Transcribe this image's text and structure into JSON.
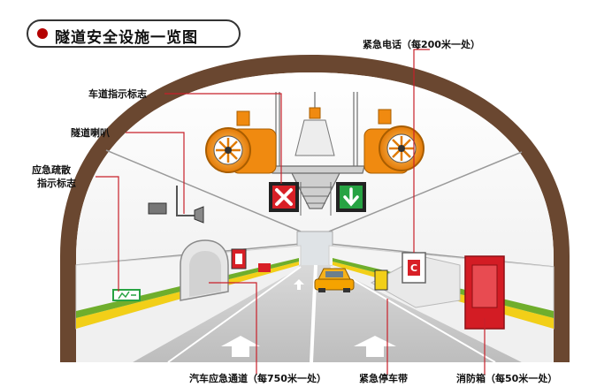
{
  "title": "隧道安全设施一览图",
  "labels": {
    "emergency_phone": "紧急电话（每200米一处）",
    "lane_sign": "车道指示标志",
    "tunnel_speaker": "隧道喇叭",
    "evac_sign_line1": "应急疏散",
    "evac_sign_line2": "指示标志",
    "vehicle_passage": "汽车应急通道（每750米一处）",
    "emergency_lane": "紧急停车带",
    "fire_box": "消防箱（每50米一处）"
  },
  "colors": {
    "tunnel_wall": "#6a4730",
    "leader_line": "#c8202a",
    "fan_orange": "#f08a10",
    "lane_closed": "#d81f26",
    "lane_open": "#27a343",
    "curb_yellow": "#f2cf18",
    "grass_green": "#6fae2c",
    "fire_box_red": "#d31c24"
  },
  "icons": {
    "lane_closed": "x-cross-icon",
    "lane_open": "down-arrow-icon",
    "phone_box": "phone-icon",
    "evac_sign": "running-person-icon"
  }
}
